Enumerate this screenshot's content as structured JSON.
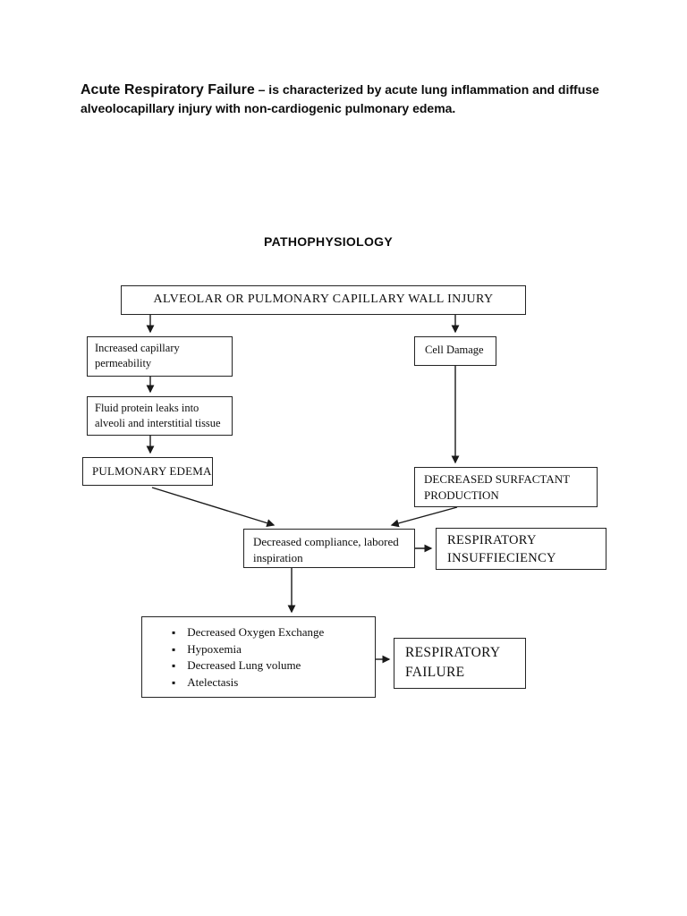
{
  "document": {
    "title_lead": "Acute Respiratory Failure",
    "title_rest": " – is characterized by acute lung inflammation and diffuse alveolocapillary injury with non-cardiogenic pulmonary edema.",
    "section_heading": "PATHOPHYSIOLOGY"
  },
  "diagram": {
    "nodes": {
      "injury": "ALVEOLAR OR PULMONARY CAPILLARY WALL INJURY",
      "permeability": "Increased capillary permeability",
      "cell_damage": "Cell Damage",
      "fluid": "Fluid protein leaks into alveoli and interstitial tissue",
      "edema": "PULMONARY EDEMA",
      "surfactant": "DECREASED SURFACTANT PRODUCTION",
      "compliance": "Decreased compliance, labored inspiration",
      "insufficiency": "RESPIRATORY INSUFFIECIENCY",
      "failure": "RESPIRATORY FAILURE"
    },
    "effects": [
      "Decreased Oxygen Exchange",
      "Hypoxemia",
      "Decreased Lung volume",
      "Atelectasis"
    ],
    "bullet_glyph": "▪",
    "colors": {
      "text": "#0d0d0d",
      "box_border": "#242424",
      "connector_line": "#1a1a1a",
      "page_background": "#ffffff"
    }
  }
}
